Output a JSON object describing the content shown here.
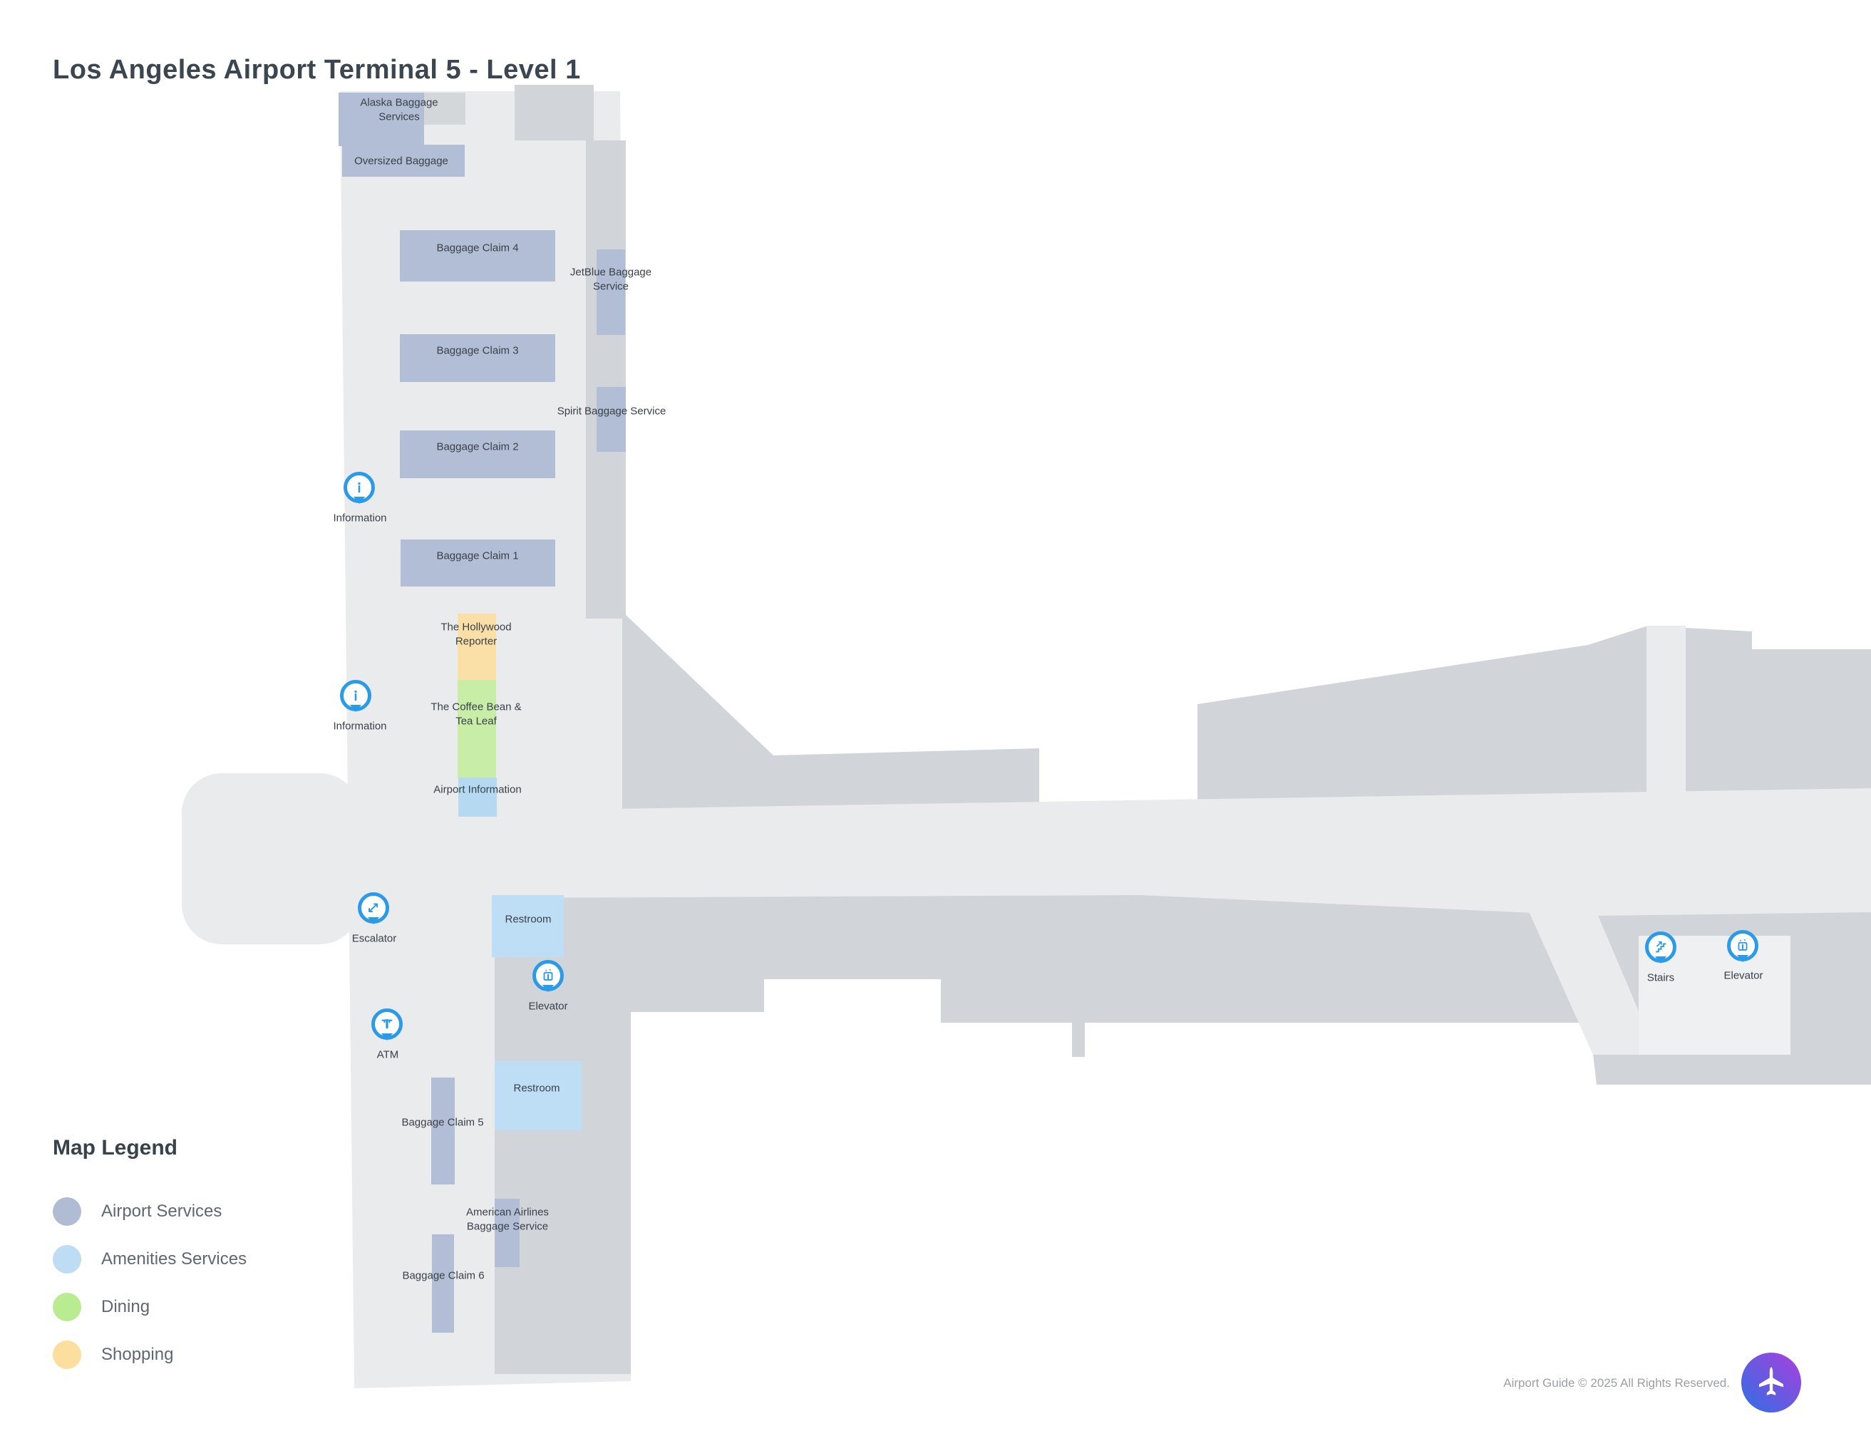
{
  "title": "Los Angeles Airport Terminal 5 - Level 1",
  "colors": {
    "floor_light": "#e9ebed",
    "floor_room_light": "#eef0f2",
    "zone_dark": "#d1d5d9",
    "zone_dark_label_bg": "#d3d7da",
    "airport_services": "#b2bed5",
    "amenities": "#bedef6",
    "amenities_info": "#b6d9f2",
    "dining": "#c8eda7",
    "shopping": "#fadfa7",
    "icon_blue": "#2b9be7",
    "title_text": "#3b4651",
    "legend_title_text": "#37424a",
    "legend_text": "#5f6770",
    "footer_text": "#9aa0a6",
    "logo_gradient": "linear-gradient(45deg, #2f6fe4, #a940dd)"
  },
  "map": {
    "areas": [
      {
        "label": "Alaska Baggage Services",
        "category": "airport_services"
      },
      {
        "label": "Oversized Baggage",
        "category": "airport_services"
      },
      {
        "label": "Baggage Claim 4",
        "category": "airport_services"
      },
      {
        "label": "Baggage Claim 3",
        "category": "airport_services"
      },
      {
        "label": "Baggage Claim 2",
        "category": "airport_services"
      },
      {
        "label": "Baggage Claim 1",
        "category": "airport_services"
      },
      {
        "label": "JetBlue Baggage Service",
        "category": "airport_services"
      },
      {
        "label": "Spirit Baggage Service",
        "category": "airport_services"
      },
      {
        "label": "The Hollywood Reporter",
        "category": "shopping"
      },
      {
        "label": "The Coffee Bean & Tea Leaf",
        "category": "dining"
      },
      {
        "label": "Airport Information",
        "category": "amenities"
      },
      {
        "label": "Restroom",
        "category": "amenities"
      },
      {
        "label": "Restroom",
        "category": "amenities"
      },
      {
        "label": "Baggage Claim 5",
        "category": "airport_services"
      },
      {
        "label": "American Airlines Baggage Service",
        "category": "airport_services"
      },
      {
        "label": "Baggage Claim 6",
        "category": "airport_services"
      }
    ],
    "pois": [
      {
        "icon": "information-icon",
        "label": "Information"
      },
      {
        "icon": "information-icon",
        "label": "Information"
      },
      {
        "icon": "escalator-icon",
        "label": "Escalator"
      },
      {
        "icon": "elevator-icon",
        "label": "Elevator"
      },
      {
        "icon": "atm-icon",
        "label": "ATM"
      },
      {
        "icon": "stairs-icon",
        "label": "Stairs"
      },
      {
        "icon": "elevator-icon",
        "label": "Elevator"
      }
    ]
  },
  "legend": {
    "title": "Map Legend",
    "items": [
      {
        "label": "Airport Services",
        "color": "#b0bcd4"
      },
      {
        "label": "Amenities Services",
        "color": "#bedcf4"
      },
      {
        "label": "Dining",
        "color": "#b9eb90"
      },
      {
        "label": "Shopping",
        "color": "#fcdf9f"
      }
    ]
  },
  "footer": {
    "copyright": "Airport Guide © 2025 All Rights Reserved."
  }
}
